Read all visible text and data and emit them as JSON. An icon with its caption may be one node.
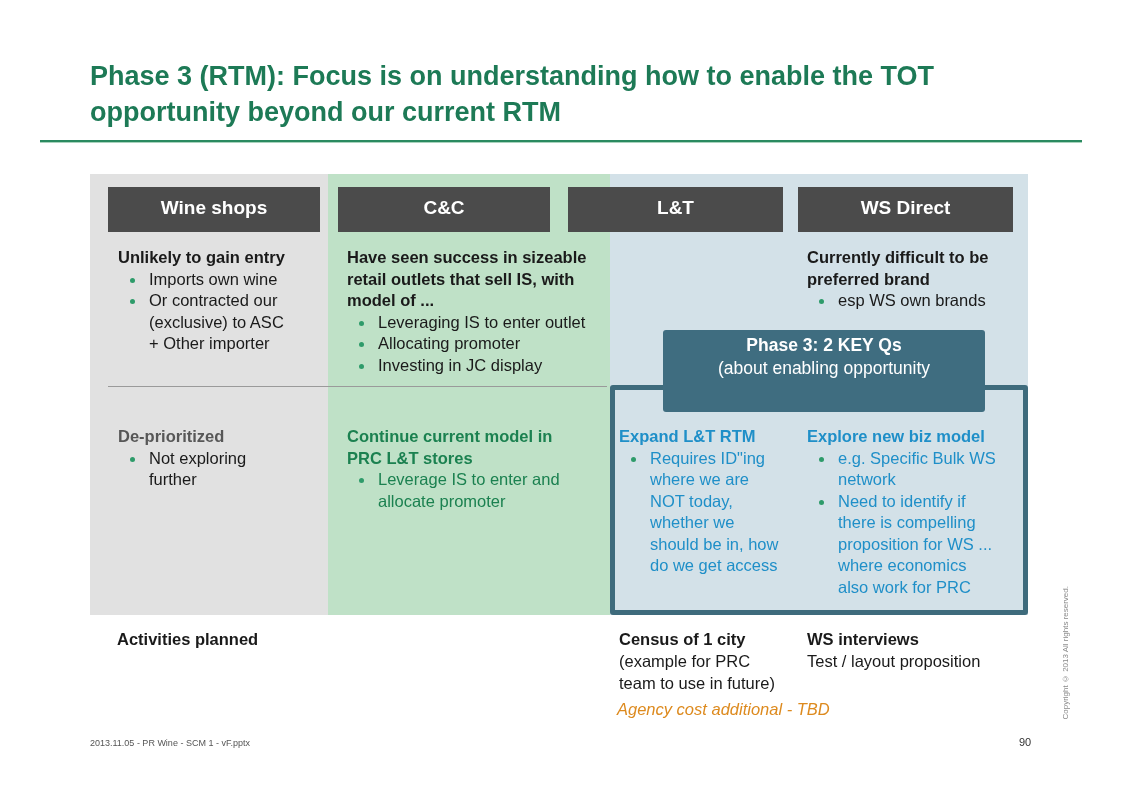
{
  "diagram": {
    "title": "Phase 3 (RTM): Focus is on understanding how to enable the TOT opportunity beyond our current RTM",
    "nodes": [
      {
        "text": [
          "Unlikely to gain entry",
          "Imports own wine",
          "Or contracted our (exclusive) to ASC + Other importer",
          "De-prioritized",
          "Not exploring further"
        ]
      },
      {
        "text": [
          "Wine shops"
        ],
        "in": 0
      },
      {
        "text": [
          "Have seen success in sizeable retail outlets that sell IS, with model of ...",
          "Leveraging IS to enter outlet",
          "Allocating promoter",
          "Investing in JC display",
          "Continue current model in PRC L&T stores",
          "Leverage IS to enter and allocate promoter"
        ]
      },
      {
        "text": [
          "C&C"
        ],
        "in": 2
      },
      {
        "text": [
          "L&T"
        ]
      },
      {
        "text": [
          "Currently difficult to be preferred brand",
          "esp WS own brands"
        ]
      },
      {
        "text": [
          "WS Direct"
        ],
        "in": 5
      },
      {
        "text": [
          "Phase 3: 2 KEY Qs",
          "(about enabling opportunity"
        ],
        "in": 5
      },
      {
        "text": [
          "Expand L&T RTM",
          "Requires ID\"ing where we are NOT today, whether we should be in, how do we get access",
          "Explore new biz model",
          "e.g. Specific Bulk WS network",
          "Need to identify if there is compelling proposition for WS ... where economics also work for PRC"
        ],
        "in": 5
      }
    ],
    "labels": [
      "Activities planned",
      "Census of 1 city",
      "(example for PRC team to use in future)",
      "WS interviews",
      "Test / layout proposition",
      "Agency cost additional - TBD",
      "Copyright © 2013 All rights reserved.",
      "2013.11.05 - PR Wine - SCM 1 - vF.pptx",
      "90"
    ]
  }
}
